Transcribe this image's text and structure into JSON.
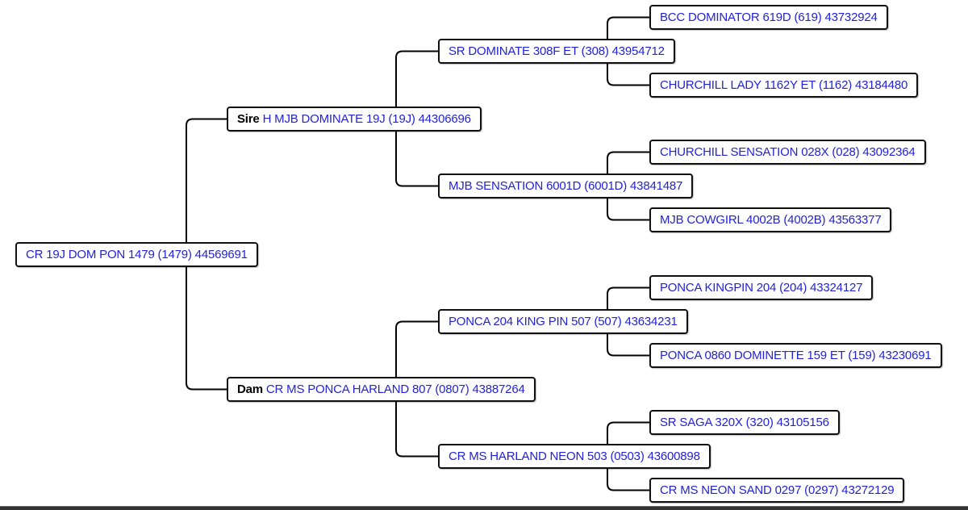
{
  "pedigree": {
    "subject": {
      "name": "CR 19J DOM PON 1479 (1479) 44569691"
    },
    "sire": {
      "role_label": "Sire",
      "name": "H MJB DOMINATE 19J (19J) 44306696",
      "sire": {
        "name": "SR DOMINATE 308F ET (308) 43954712",
        "sire": {
          "name": "BCC DOMINATOR 619D (619) 43732924"
        },
        "dam": {
          "name": "CHURCHILL LADY 1162Y ET (1162) 43184480"
        }
      },
      "dam": {
        "name": "MJB SENSATION 6001D (6001D) 43841487",
        "sire": {
          "name": "CHURCHILL SENSATION 028X (028) 43092364"
        },
        "dam": {
          "name": "MJB COWGIRL 4002B (4002B) 43563377"
        }
      }
    },
    "dam": {
      "role_label": "Dam",
      "name": "CR MS PONCA HARLAND 807 (0807) 43887264",
      "sire": {
        "name": "PONCA 204 KING PIN 507 (507) 43634231",
        "sire": {
          "name": "PONCA KINGPIN 204 (204) 43324127"
        },
        "dam": {
          "name": "PONCA 0860 DOMINETTE 159 ET (159) 43230691"
        }
      },
      "dam": {
        "name": "CR MS HARLAND NEON 503 (0503) 43600898",
        "sire": {
          "name": "SR SAGA 320X (320) 43105156"
        },
        "dam": {
          "name": "CR MS NEON SAND 0297 (0297) 43272129"
        }
      }
    }
  },
  "colors": {
    "link": "#2222dd",
    "label": "#000000",
    "connector": "#000000",
    "node_border": "#111111"
  }
}
